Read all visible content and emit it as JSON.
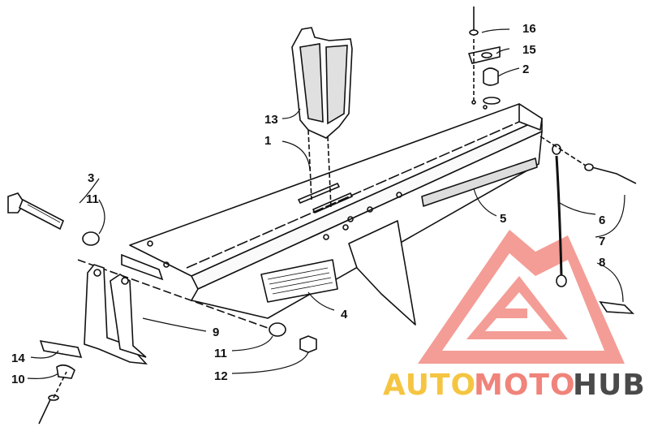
{
  "callouts": {
    "c1": "1",
    "c2": "2",
    "c3": "3",
    "c4": "4",
    "c5": "5",
    "c6": "6",
    "c7": "7",
    "c8": "8",
    "c9": "9",
    "c10": "10",
    "c11a": "11",
    "c11b": "11",
    "c12": "12",
    "c13": "13",
    "c14": "14",
    "c15": "15",
    "c16": "16"
  },
  "watermark": {
    "part1": "AUTO",
    "part2": "MOTO",
    "part3": "HUB",
    "color1": "#f5c542",
    "color2": "#f0837a",
    "color3": "#4a4a4a",
    "logo_color": "#f28c84"
  }
}
